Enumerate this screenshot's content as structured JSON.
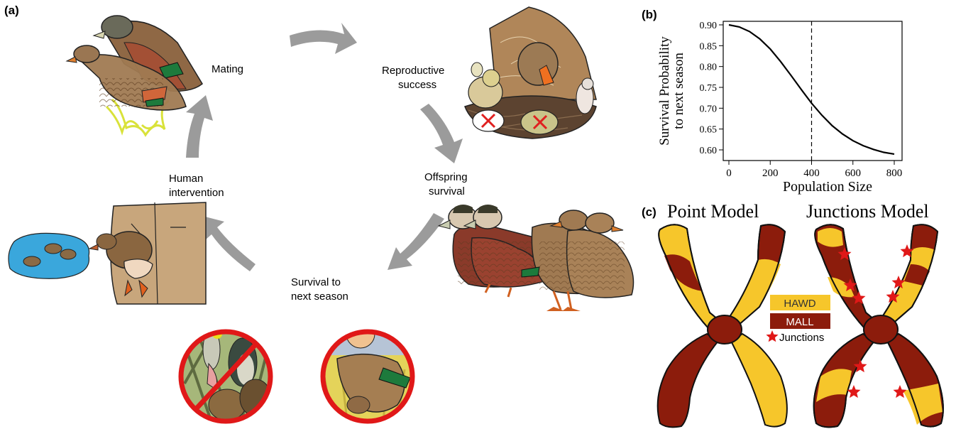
{
  "panel_a": {
    "label": "(a)",
    "steps": {
      "mating": "Mating",
      "reproductive": [
        "Reproductive",
        "success"
      ],
      "offspring": [
        "Offspring",
        "survival"
      ],
      "survival": [
        "Survival to",
        "next season"
      ],
      "human": [
        "Human",
        "intervention"
      ]
    },
    "icons": [
      "mating-ducks-illustration",
      "nest-with-ducklings-illustration",
      "adult-ducks-illustration",
      "handler-holding-duck-illustration",
      "crossed-out-predation-illustration",
      "crossed-out-cat-illustration"
    ]
  },
  "panel_b": {
    "label": "(b)",
    "chart_data": {
      "type": "line",
      "x": [
        0,
        50,
        100,
        150,
        200,
        250,
        300,
        350,
        400,
        450,
        500,
        550,
        600,
        650,
        700,
        750,
        800
      ],
      "y": [
        0.9,
        0.895,
        0.884,
        0.866,
        0.842,
        0.812,
        0.779,
        0.745,
        0.712,
        0.683,
        0.658,
        0.638,
        0.622,
        0.61,
        0.601,
        0.594,
        0.59
      ],
      "xticks": [
        "0",
        "200",
        "400",
        "600",
        "800"
      ],
      "yticks": [
        "0.60",
        "0.65",
        "0.70",
        "0.75",
        "0.80",
        "0.85",
        "0.90"
      ],
      "xlabel": "Population Size",
      "ylabel": [
        "Survival Probability",
        "to next season"
      ],
      "xlim": [
        0,
        800
      ],
      "ylim": [
        0.59,
        0.905
      ],
      "reference_line_x": 400,
      "grid": false
    }
  },
  "panel_c": {
    "label": "(c)",
    "point_model_title": "Point Model",
    "junctions_model_title": "Junctions Model",
    "legend": {
      "hawd": "HAWD",
      "mall": "MALL",
      "junctions": "Junctions"
    },
    "colors": {
      "hawd": "#f6c62b",
      "mall": "#8c1c0c",
      "junction_star": "#e01818"
    }
  }
}
